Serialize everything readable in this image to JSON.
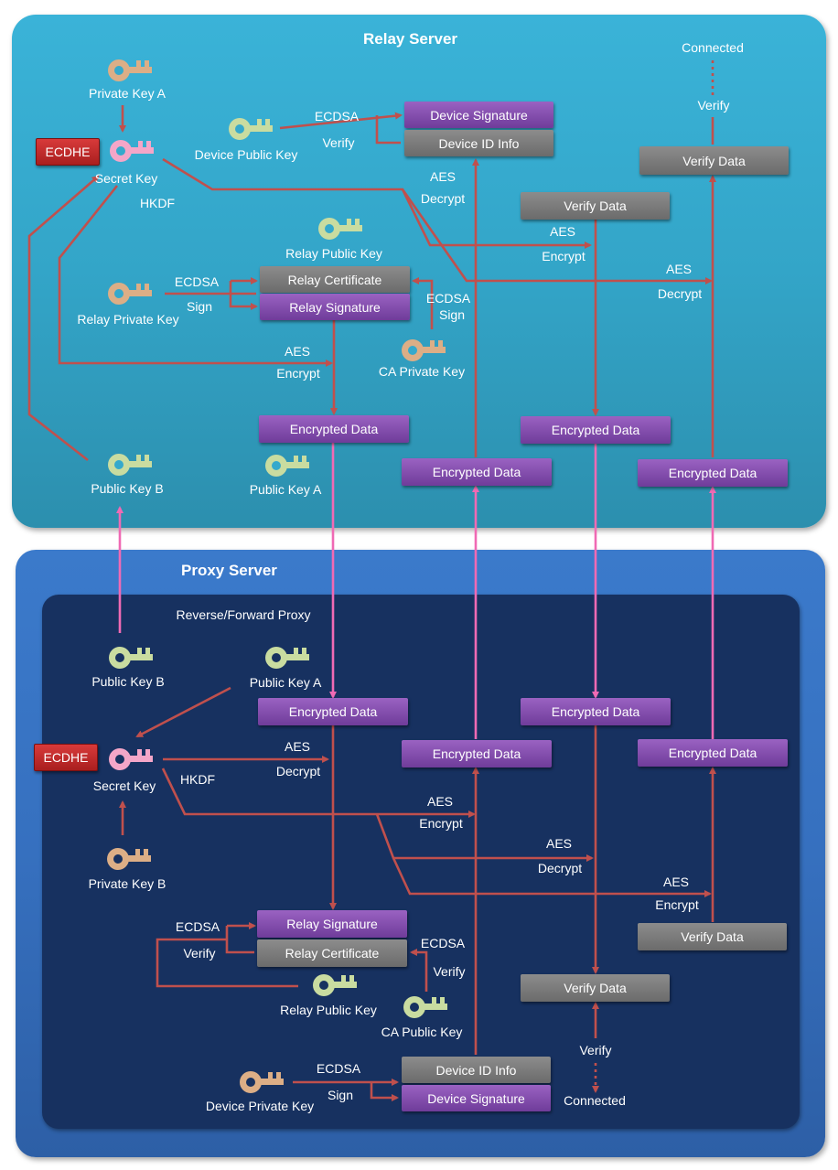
{
  "relay": {
    "title": "Relay Server",
    "connected": "Connected",
    "verify_top": "Verify",
    "verify_data_top": "Verify Data",
    "private_key_a": "Private Key A",
    "ecdhe": "ECDHE",
    "secret_key": "Secret Key",
    "hkdf": "HKDF",
    "device_public_key": "Device Public Key",
    "ecdsa_1": "ECDSA",
    "verify_1": "Verify",
    "device_signature": "Device Signature",
    "device_id_info": "Device ID Info",
    "aes_1": "AES",
    "decrypt_1": "Decrypt",
    "verify_data_mid": "Verify Data",
    "aes_2": "AES",
    "encrypt_2": "Encrypt",
    "aes_3": "AES",
    "decrypt_3": "Decrypt",
    "relay_public_key": "Relay Public Key",
    "ecdsa_sign_label": "ECDSA",
    "sign_label": "Sign",
    "relay_private_key": "Relay Private Key",
    "relay_certificate": "Relay Certificate",
    "relay_signature": "Relay Signature",
    "ecdsa_ca": "ECDSA",
    "sign_ca": "Sign",
    "ca_private_key": "CA Private Key",
    "aes_4": "AES",
    "encrypt_4": "Encrypt",
    "encrypted_data_1": "Encrypted Data",
    "encrypted_data_2": "Encrypted Data",
    "encrypted_data_3": "Encrypted Data",
    "encrypted_data_4": "Encrypted Data",
    "public_key_b": "Public Key B",
    "public_key_a": "Public Key A"
  },
  "proxy": {
    "title": "Proxy Server",
    "subtitle": "Reverse/Forward Proxy",
    "public_key_b": "Public Key B",
    "public_key_a": "Public Key A",
    "ecdhe": "ECDHE",
    "secret_key": "Secret Key",
    "hkdf": "HKDF",
    "private_key_b": "Private Key B",
    "encrypted_data_1": "Encrypted Data",
    "encrypted_data_2": "Encrypted Data",
    "encrypted_data_3": "Encrypted Data",
    "encrypted_data_4": "Encrypted Data",
    "aes_1": "AES",
    "decrypt_1": "Decrypt",
    "aes_2": "AES",
    "encrypt_2": "Encrypt",
    "aes_3": "AES",
    "decrypt_3": "Decrypt",
    "aes_4": "AES",
    "encrypt_4": "Encrypt",
    "relay_signature": "Relay Signature",
    "relay_certificate": "Relay Certificate",
    "ecdsa_v1": "ECDSA",
    "verify_v1": "Verify",
    "relay_public_key": "Relay Public Key",
    "ecdsa_v2": "ECDSA",
    "verify_v2": "Verify",
    "ca_public_key": "CA Public Key",
    "verify_data_right": "Verify Data",
    "verify_data_mid": "Verify Data",
    "verify_bottom": "Verify",
    "connected": "Connected",
    "device_private_key": "Device Private Key",
    "ecdsa_sign": "ECDSA",
    "sign": "Sign",
    "device_id_info": "Device ID Info",
    "device_signature": "Device Signature"
  },
  "colors": {
    "wire": "#c0504d",
    "cross_wire": "#f06ab4",
    "key_tan": "#dcae86",
    "key_green": "#c9dca0",
    "key_pink": "#f4a6c8",
    "relay_panel": "#35a9cc",
    "proxy_panel": "#3673c4",
    "proxy_inner": "#173160"
  }
}
